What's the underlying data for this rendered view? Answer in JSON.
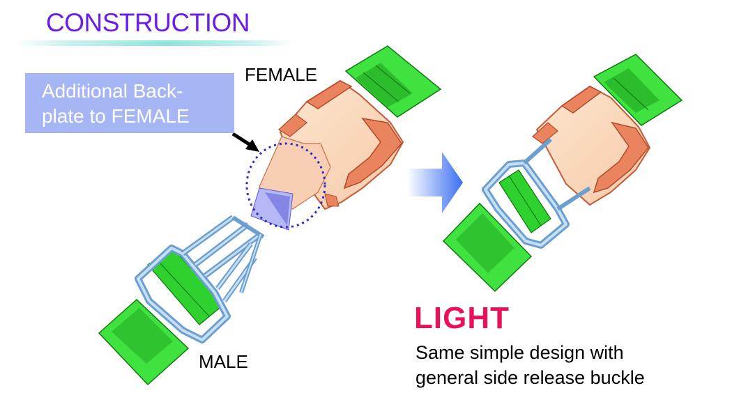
{
  "header": {
    "title": "CONSTRUCTION"
  },
  "callout": {
    "line1": "Additional Back-",
    "line2": "plate to FEMALE"
  },
  "labels": {
    "female": "FEMALE",
    "male": "MALE"
  },
  "feature": {
    "title": "LIGHT",
    "description_line1": "Same simple design with",
    "description_line2": "general side release buckle"
  },
  "colors": {
    "title": "#6a1ee6",
    "callout_bg": "#a6b6f4",
    "webbing": "#33dd33",
    "female_buckle": "#e9845f",
    "male_buckle": "#9cc8ef",
    "highlight_circle": "#2a2ac8",
    "arrow": "#4a7cf0",
    "feature_title": "#e8115a"
  }
}
